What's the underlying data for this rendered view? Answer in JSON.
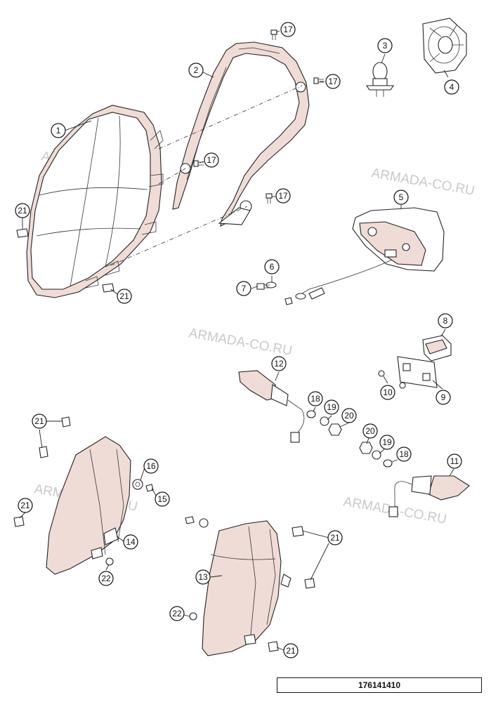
{
  "watermark": "ARMADA-CO.RU",
  "reference_number": "176141410",
  "callouts": [
    {
      "id": "c1",
      "label": "1"
    },
    {
      "id": "c2",
      "label": "2"
    },
    {
      "id": "c3",
      "label": "3"
    },
    {
      "id": "c4",
      "label": "4"
    },
    {
      "id": "c5",
      "label": "5"
    },
    {
      "id": "c6",
      "label": "6"
    },
    {
      "id": "c7",
      "label": "7"
    },
    {
      "id": "c8",
      "label": "8"
    },
    {
      "id": "c9",
      "label": "9"
    },
    {
      "id": "c10",
      "label": "10"
    },
    {
      "id": "c11",
      "label": "11"
    },
    {
      "id": "c12",
      "label": "12"
    },
    {
      "id": "c13",
      "label": "13"
    },
    {
      "id": "c14",
      "label": "14"
    },
    {
      "id": "c15",
      "label": "15"
    },
    {
      "id": "c16",
      "label": "16"
    },
    {
      "id": "c17a",
      "label": "17"
    },
    {
      "id": "c17b",
      "label": "17"
    },
    {
      "id": "c17c",
      "label": "17"
    },
    {
      "id": "c17d",
      "label": "17"
    },
    {
      "id": "c18a",
      "label": "18"
    },
    {
      "id": "c18b",
      "label": "18"
    },
    {
      "id": "c19a",
      "label": "19"
    },
    {
      "id": "c19b",
      "label": "19"
    },
    {
      "id": "c20a",
      "label": "20"
    },
    {
      "id": "c20b",
      "label": "20"
    },
    {
      "id": "c21a",
      "label": "21"
    },
    {
      "id": "c21b",
      "label": "21"
    },
    {
      "id": "c21c",
      "label": "21"
    },
    {
      "id": "c21d",
      "label": "21"
    },
    {
      "id": "c21e",
      "label": "21"
    },
    {
      "id": "c21f",
      "label": "21"
    },
    {
      "id": "c22a",
      "label": "22"
    },
    {
      "id": "c22b",
      "label": "22"
    }
  ]
}
